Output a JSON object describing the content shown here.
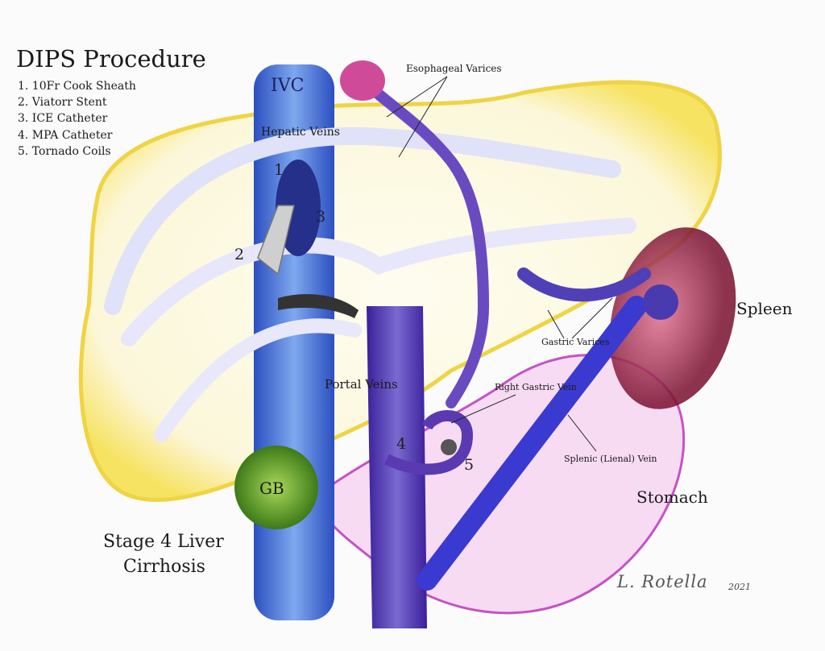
{
  "title": "DIPS Procedure",
  "legend": [
    "1. 10Fr Cook Sheath",
    "2. Viatorr Stent",
    "3. ICE Catheter",
    "4. MPA Catheter",
    "5. Tornado Coils"
  ],
  "labels": {
    "ivc": "IVC",
    "hepatic_veins": "Hepatic Veins",
    "esophageal_varices": "Esophageal Varices",
    "portal_veins": "Portal Veins",
    "right_gastric_vein": "Right Gastric Vein",
    "gastric_varices": "Gastric Varices",
    "splenic_vein": "Splenic (Lienal) Vein",
    "spleen": "Spleen",
    "stomach": "Stomach",
    "gb": "GB",
    "liver_line1": "Stage 4 Liver",
    "liver_line2": "Cirrhosis"
  },
  "markers": [
    "1",
    "2",
    "3",
    "4",
    "5"
  ],
  "signature": {
    "name": "L. Rotella",
    "year": "2021"
  },
  "colors": {
    "ivc": "#3a5fcf",
    "portal": "#4a2fa8",
    "liver": "#f3e04a",
    "stomach": "#c040c0",
    "spleen": "#8a1a3a",
    "gb": "#6aa82a"
  }
}
